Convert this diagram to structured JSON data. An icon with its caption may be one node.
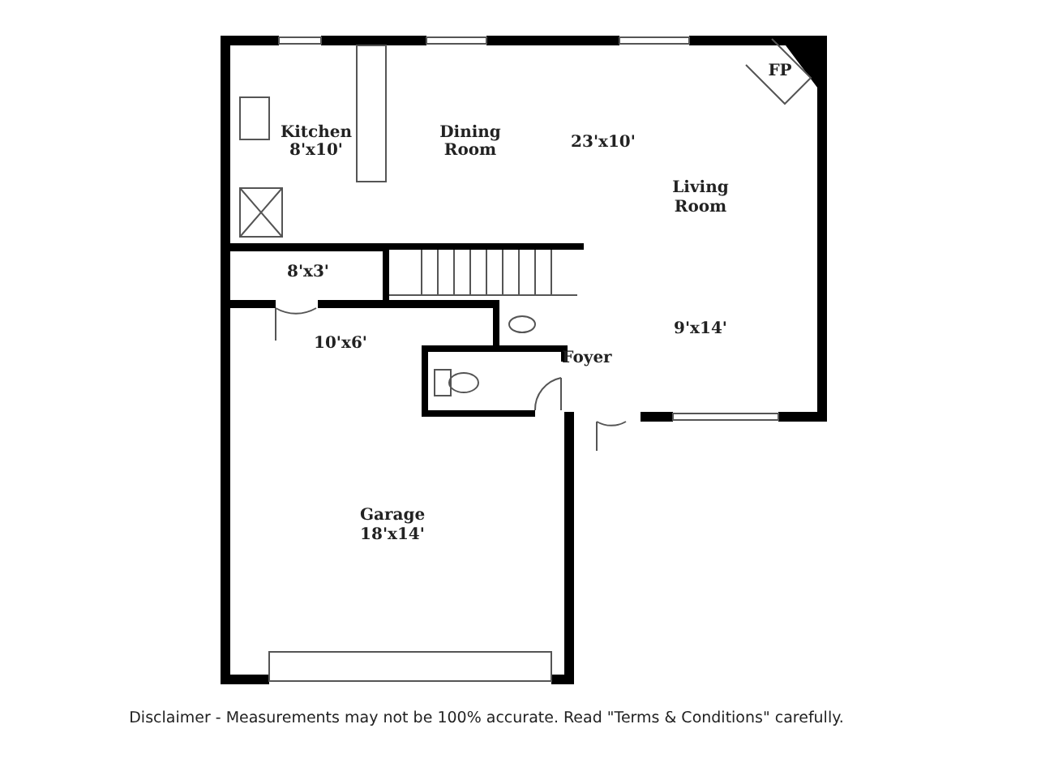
{
  "diagram": {
    "labels": [
      "FP",
      "Kitchen",
      "8'x10'",
      "Dining",
      "Room",
      "23'x10'",
      "Living",
      "Room",
      "8'x3'",
      "10'x6'",
      "9'x14'",
      "Foyer",
      "Garage",
      "18'x14'",
      "Disclaimer - Measurements may not be 100% accurate. Read \"Terms & Conditions\" carefully."
    ]
  }
}
